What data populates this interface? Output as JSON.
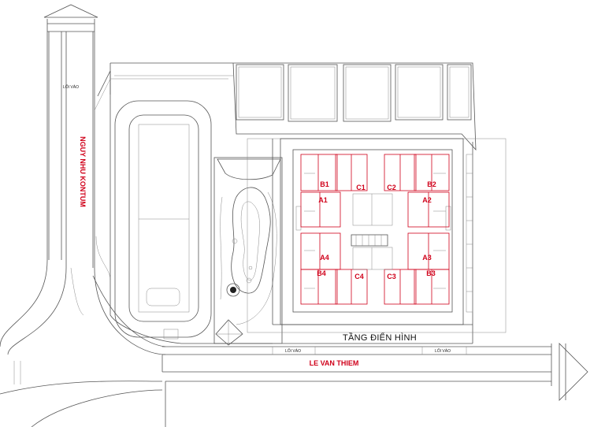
{
  "plan": {
    "title": "TẦNG ĐIỂN HÌNH",
    "roads": {
      "west_road": "NGUY NHU KONTUM",
      "south_road": "LE VAN THIEM"
    },
    "entrances": {
      "west_entry": "LỐI VÀO",
      "south_entry_left": "LỐI VÀO",
      "south_entry_right": "LỐI VÀO"
    },
    "units": {
      "b1": "B1",
      "c1": "C1",
      "c2": "C2",
      "b2": "B2",
      "a1": "A1",
      "a2": "A2",
      "a4": "A4",
      "a3": "A3",
      "b4": "B4",
      "c4": "C4",
      "c3": "C3",
      "b3": "B3"
    },
    "colors": {
      "unit_outline": "#d0021b",
      "label_red": "#d0021b",
      "linework": "#555555"
    }
  }
}
